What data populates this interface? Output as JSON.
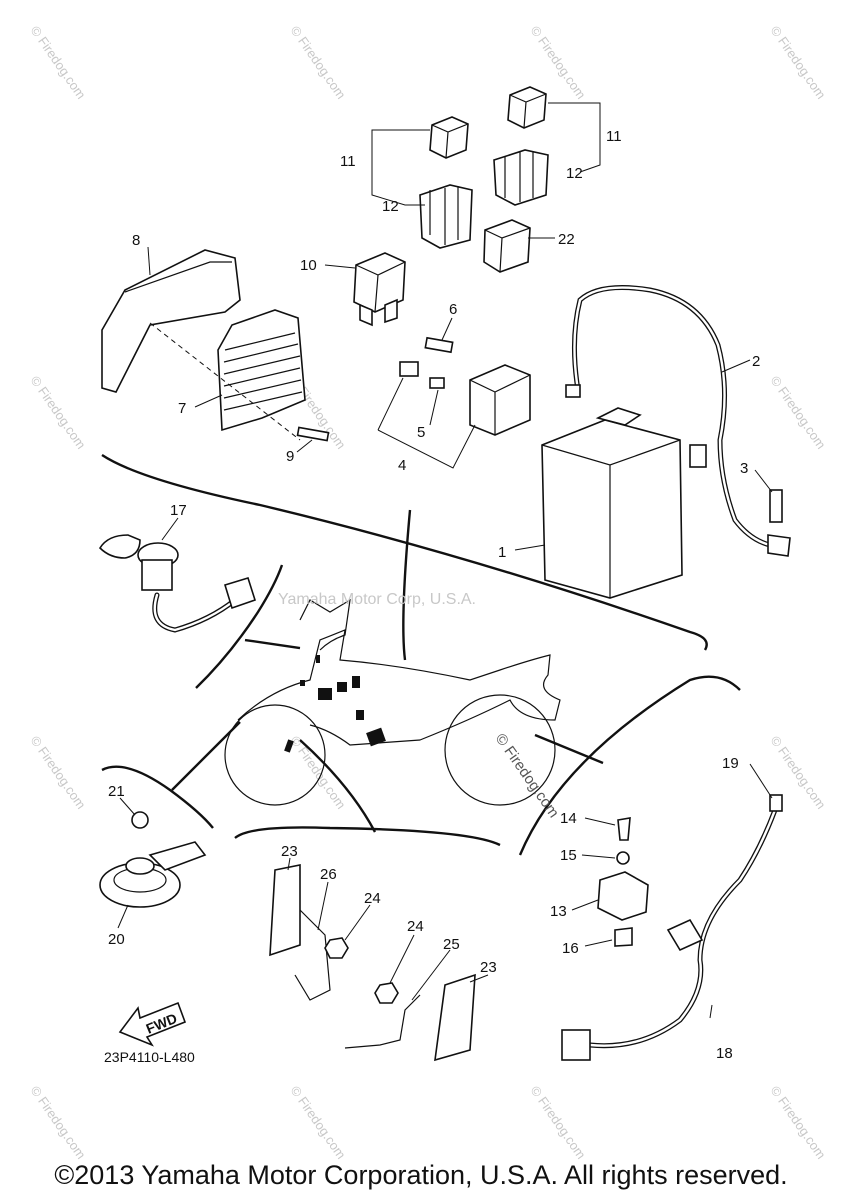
{
  "diagram_code": "23P4110-L480",
  "watermark_center": "Yamaha Motor Corp, U.S.A.",
  "watermark_side": "© Firedog.com",
  "watermark_tile": "© Firedog.com",
  "fwd_label": "FWD",
  "copyright": "©2013 Yamaha Motor Corporation, U.S.A. All rights reserved.",
  "callouts": [
    {
      "id": "c1",
      "text": "1"
    },
    {
      "id": "c2",
      "text": "2"
    },
    {
      "id": "c3",
      "text": "3"
    },
    {
      "id": "c4",
      "text": "4"
    },
    {
      "id": "c5",
      "text": "5"
    },
    {
      "id": "c6",
      "text": "6"
    },
    {
      "id": "c7",
      "text": "7"
    },
    {
      "id": "c8",
      "text": "8"
    },
    {
      "id": "c9",
      "text": "9"
    },
    {
      "id": "c10",
      "text": "10"
    },
    {
      "id": "c11a",
      "text": "11"
    },
    {
      "id": "c11b",
      "text": "11"
    },
    {
      "id": "c12a",
      "text": "12"
    },
    {
      "id": "c12b",
      "text": "12"
    },
    {
      "id": "c13",
      "text": "13"
    },
    {
      "id": "c14",
      "text": "14"
    },
    {
      "id": "c15",
      "text": "15"
    },
    {
      "id": "c16",
      "text": "16"
    },
    {
      "id": "c17",
      "text": "17"
    },
    {
      "id": "c18",
      "text": "18"
    },
    {
      "id": "c19",
      "text": "19"
    },
    {
      "id": "c20",
      "text": "20"
    },
    {
      "id": "c21",
      "text": "21"
    },
    {
      "id": "c22",
      "text": "22"
    },
    {
      "id": "c23a",
      "text": "23"
    },
    {
      "id": "c23b",
      "text": "23"
    },
    {
      "id": "c24a",
      "text": "24"
    },
    {
      "id": "c24b",
      "text": "24"
    },
    {
      "id": "c25",
      "text": "25"
    },
    {
      "id": "c26",
      "text": "26"
    }
  ]
}
